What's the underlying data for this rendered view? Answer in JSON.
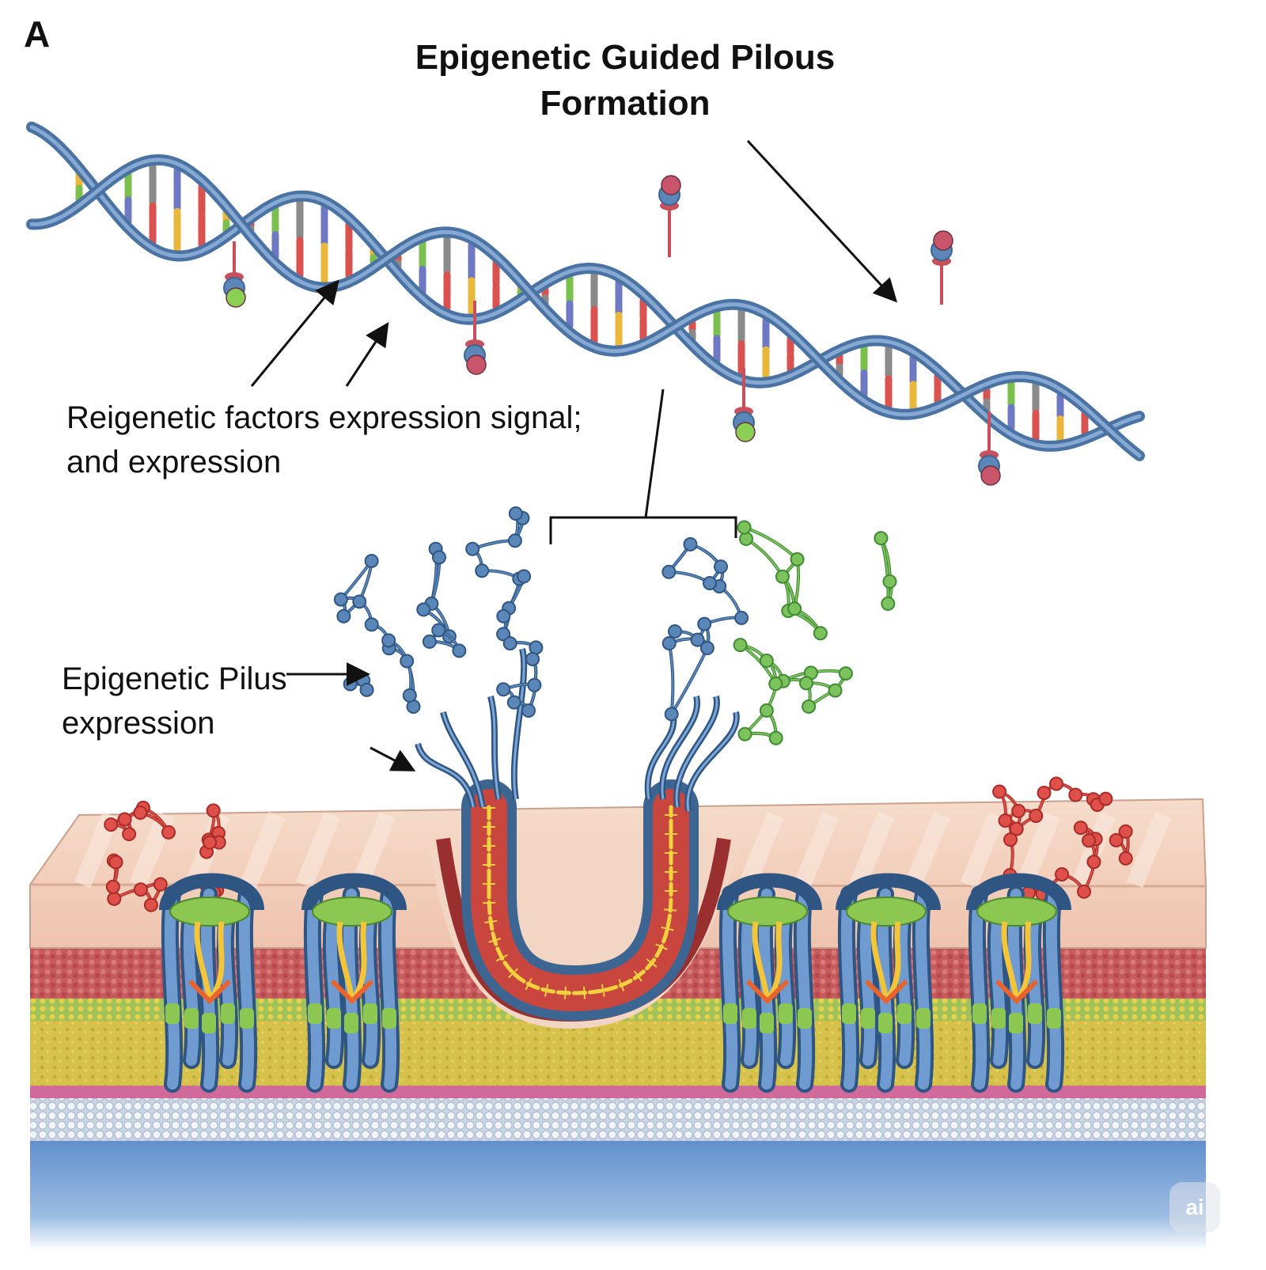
{
  "panel_letter": "A",
  "title": "Epigenetic Guided Pilous Formation",
  "labels": {
    "reigenetic": "Reigenetic factors expression signal; and expression",
    "epigenetic_pilus": "Epigenetic Pilus expression"
  },
  "watermark": "ai",
  "colors": {
    "backbone": "#5b86b8",
    "backbone_dark": "#3d6592",
    "base_pairs": [
      "#e9b73b",
      "#d9524f",
      "#7bbf4e",
      "#8a8a8a",
      "#6f78c2",
      "#d9524f"
    ],
    "marker_red": "#c9556a",
    "marker_green": "#8ccf55",
    "pilus_blue": "#5b86b8",
    "pilus_green": "#5fae47",
    "network_red": "#d8403c",
    "follicle_red": "#c9463f",
    "follicle_yellow": "#f2d13e",
    "skin_top": "#f3d3bd",
    "red_layer": "#c95b60",
    "yellow_layer": "#d8c54a",
    "pink_line": "#d0649a",
    "white_cells": "#e8eef5",
    "blue_layer": "#6f9bd0"
  },
  "icons": [
    "dna-helix-icon",
    "methyl-marker-icon",
    "pilus-molecule-icon",
    "receptor-complex-icon",
    "skin-layers-icon"
  ]
}
